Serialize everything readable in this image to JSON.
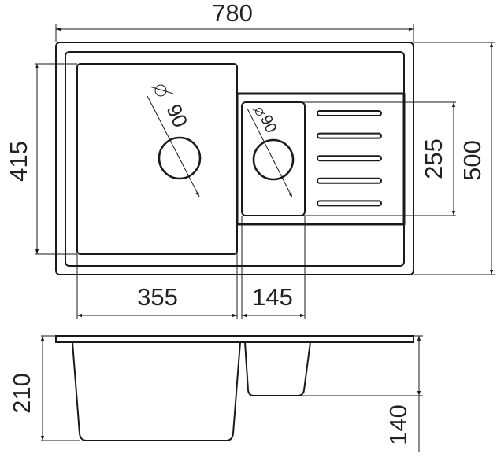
{
  "drawing": {
    "top_view": {
      "overall_width": "780",
      "overall_depth": "500",
      "main_bowl_depth": "415",
      "main_bowl_width": "355",
      "small_bowl_width": "145",
      "small_bowl_depth": "255",
      "main_drain_diameter": "90",
      "small_drain_diameter": "90",
      "drainer_slot_count": 5
    },
    "side_view": {
      "main_bowl_height": "210",
      "small_bowl_height": "140"
    },
    "colors": {
      "line": "#1a1a1a",
      "background": "#ffffff"
    }
  }
}
